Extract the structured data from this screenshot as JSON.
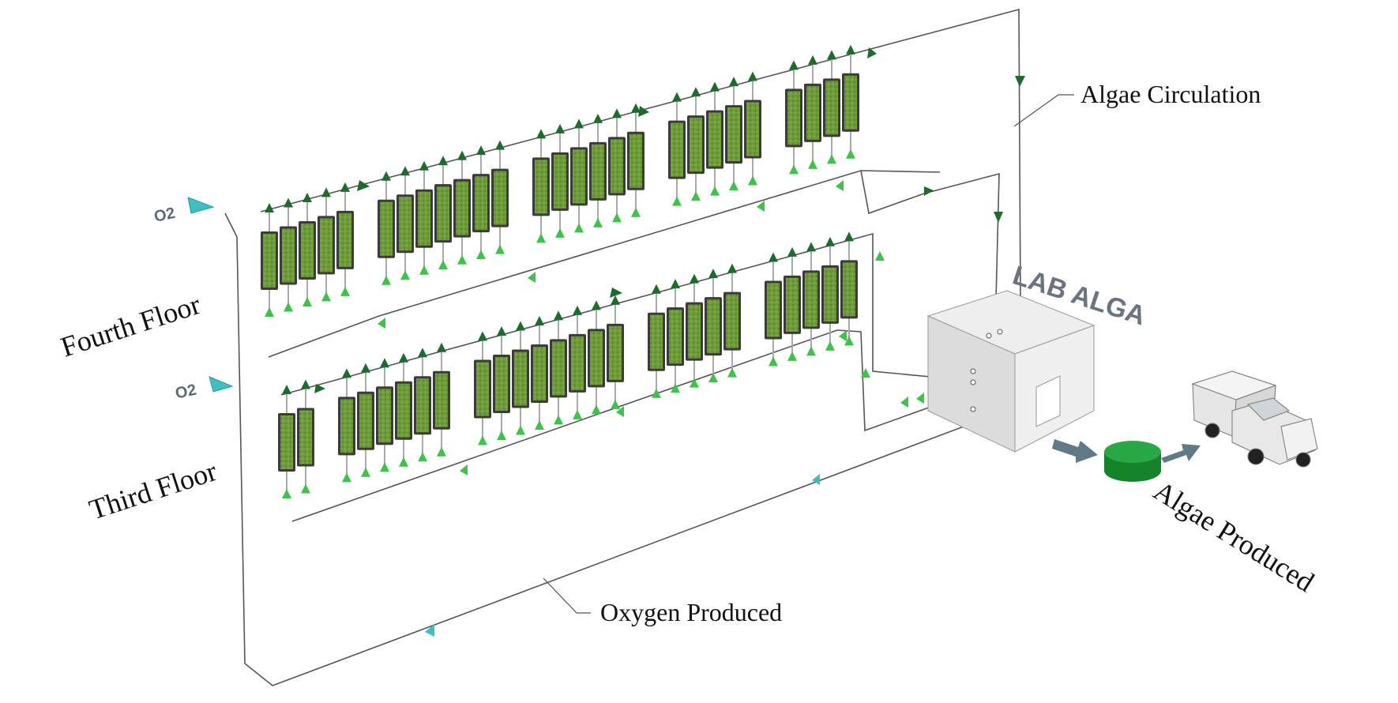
{
  "labels": {
    "fourth_floor": "Fourth Floor",
    "third_floor": "Third Floor",
    "algae_circulation": "Algae Circulation",
    "oxygen_produced": "Oxygen Produced",
    "algae_produced": "Algae Produced",
    "lab": "LAB ALGA",
    "o2_top": "O2",
    "o2_bottom": "O2"
  },
  "colors": {
    "panel_fill": "#6f9c3a",
    "panel_frame": "#3b3b3b",
    "dark_arrow": "#1e6b2e",
    "light_arrow": "#3fc24a",
    "o2_arrow": "#3fbfbf",
    "pipe": "#555555",
    "tank": "#1a8c2f",
    "outlet_arrow": "#607a87"
  },
  "floors": [
    {
      "name": "fourth",
      "groups": [
        5,
        7,
        6,
        5,
        4
      ]
    },
    {
      "name": "third",
      "groups": [
        2,
        6,
        8,
        5,
        5
      ]
    }
  ]
}
